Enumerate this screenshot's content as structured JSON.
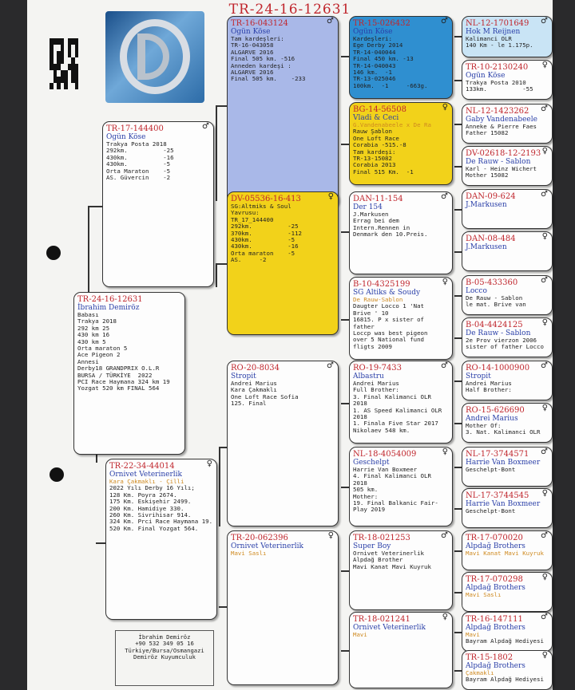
{
  "title": "TR-24-16-12631",
  "owner_box": [
    "İbrahim Demiröz",
    "+90 532 349 05 16",
    "Türkiye/Bursa/Osmangazi",
    "Demiröz Kuyumculuk"
  ],
  "colors": {
    "blue": "#a9b8e8",
    "cyan": "#2f8fd0",
    "yellow": "#f2d21a",
    "light_blue": "#c9e4f5",
    "ring_red": "#c0262d",
    "name_blue": "#2a3fa8",
    "sub_orange": "#cf8a20"
  },
  "cards": [
    {
      "ring": "TR-17-144400",
      "sex": "♂",
      "name": "Ogün Köse",
      "sub": "",
      "lines": [
        "Trakya Posta 2018",
        "292km.          -25",
        "430km.          -16",
        "430km.          -5",
        "Orta Maraton    -5",
        "AS. Güvercin    -2"
      ]
    },
    {
      "ring": "TR-24-16-12631",
      "sex": "",
      "name": "İbrahim Demiröz",
      "sub": "",
      "lines": [
        "Babası",
        "Trakya 2018",
        "292 km 25",
        "430 km 16",
        "430 km 5",
        "Orta maraton 5",
        "Ace Pigeon 2",
        "Annesi",
        "Derby18 GRANDPRIX O.L.R",
        "BURSA / TÜRKİYE  2022",
        "PCI Race Haymana 324 km 19",
        "Yozgat 520 km FINAL 564"
      ]
    },
    {
      "ring": "TR-22-34-44014",
      "sex": "♀",
      "name": "Ornivet Veterinerlik",
      "sub": "Kara Çakmaklı - Çilli",
      "lines": [
        "2022 Yılı Derby 16 Yılı;",
        "128 Km. Poyra 2674.",
        "175 Km. Eskişehir 2499.",
        "200 Km. Hamidiye 330.",
        "260 Km. Sivrihisar 914.",
        "324 Km. Prci Race Haymana 19.",
        "520 Km. Final Yozgat 564."
      ]
    },
    {
      "ring": "TR-16-043124",
      "sex": "♂",
      "name": "Ogün Köse",
      "sub": "",
      "lines": [
        "Tam kardeşleri:",
        "TR-16-043058",
        "ALGARVE 2016",
        "Final 505 km. -516",
        "Anneden kardeşi :",
        "ALGARVE 2016",
        "Final 505 km.    -233"
      ]
    },
    {
      "ring": "DV-05536-16-413",
      "sex": "♀",
      "name": "",
      "sub": "",
      "lines": [
        "SG:Altmiks & Soul",
        "Yavrusu:",
        "TR_17_144400",
        "292km.          -25",
        "370km.          -112",
        "430km.          -5",
        "430km.          -16",
        "Orta maraton    -5",
        "AS.     -2"
      ]
    },
    {
      "ring": "RO-20-8034",
      "sex": "♂",
      "name": "Stropit",
      "sub": "",
      "lines": [
        "Andrei Marius",
        "Kara Çakmaklı",
        "One Loft Race Sofia",
        "125. Final"
      ]
    },
    {
      "ring": "TR-20-062396",
      "sex": "♀",
      "name": "Ornivet Veterinerlik",
      "sub": "Mavi Saslı",
      "lines": []
    },
    {
      "ring": "TR-15-026432",
      "sex": "♂",
      "name": "Ogün Köse",
      "sub": "",
      "lines": [
        "Kardeşleri:",
        "Ege Derby 2014",
        "TR-14-040044",
        "Final 450 km. -13",
        "TR-14-040043",
        "146 km.  -1",
        "TR-13-025046",
        "100km.  -1     -663g."
      ]
    },
    {
      "ring": "BG-14-56508",
      "sex": "♀",
      "name": "Vladi & Ceci",
      "sub": "G.Vandenabeele x De Ra",
      "lines": [
        "Rauw Şablon",
        "One Loft Race",
        "Corabia -515.-8",
        "Tam kardeşi:",
        "TR-13-15082",
        "Corabia 2013",
        "Final 515 Km.  -1"
      ]
    },
    {
      "ring": "DAN-11-154",
      "sex": "♂",
      "name": "Der 154",
      "sub": "",
      "lines": [
        "J.Markusen",
        "Errag bei dem",
        "Intern.Rennen in",
        "Denmark den 10.Preis."
      ]
    },
    {
      "ring": "B-10-4325199",
      "sex": "♀",
      "name": "SG Altiks & Soudy",
      "sub": "De Rauw-Sablon",
      "lines": [
        "Daugter Locco 1 'Nat",
        "Brive ' 10",
        "16815. P x sister of",
        "father",
        "Loccp was best pigeon",
        "over 5 National fund",
        "fligts 2009"
      ]
    },
    {
      "ring": "RO-19-7433",
      "sex": "♂",
      "name": "Albastru",
      "sub": "",
      "lines": [
        "Andrei Marius",
        "Full Brother:",
        "3. Final Kalimanci OLR",
        "2018",
        "1. AS Speed Kalimanci OLR",
        "2018",
        "1. Finala Five Star 2017",
        "Nikolaev 548 km."
      ]
    },
    {
      "ring": "NL-18-4054009",
      "sex": "♀",
      "name": "Geschelpt",
      "sub": "",
      "lines": [
        "Harrie Van Boxmeer",
        "4. Final Kalimanci OLR",
        "2018",
        "505 km.",
        "Mother:",
        "19. Final Balkanic Fair-",
        "Play 2019"
      ]
    },
    {
      "ring": "TR-18-021253",
      "sex": "♂",
      "name": "Super Boy",
      "sub": "",
      "lines": [
        "Ornivet Veterinerlik",
        "Alpdağ Brother",
        "Mavi Kanat Mavi Kuyruk"
      ]
    },
    {
      "ring": "TR-18-021241",
      "sex": "♀",
      "name": "Ornivet Veterinerlik",
      "sub": "Mavi",
      "lines": []
    },
    {
      "ring": "NL-12-1701649",
      "sex": "♂",
      "name": "Hok M Reijnen",
      "sub": "",
      "lines": [
        "Kalimanci OLR",
        "140 Km - le 1.175p."
      ]
    },
    {
      "ring": "TR-10-2130240",
      "sex": "♀",
      "name": "Ogün Köse",
      "sub": "",
      "lines": [
        "Trakya Posta 2010",
        "133km.          -55"
      ]
    },
    {
      "ring": "NL-12-1423262",
      "sex": "♂",
      "name": "Gaby Vandenabeele",
      "sub": "",
      "lines": [
        "Anneke & Pierre Faes",
        "Father 15082"
      ]
    },
    {
      "ring": "DV-02618-12-2193",
      "sex": "♀",
      "name": "De Rauw - Sablon",
      "sub": "",
      "lines": [
        "Karl - Heinz Wichert",
        "Mother 15082"
      ]
    },
    {
      "ring": "DAN-09-624",
      "sex": "♂",
      "name": "J.Markusen",
      "sub": "",
      "lines": []
    },
    {
      "ring": "DAN-08-484",
      "sex": "♀",
      "name": "J.Markusen",
      "sub": "",
      "lines": []
    },
    {
      "ring": "B-05-433360",
      "sex": "♂",
      "name": "Locco",
      "sub": "",
      "lines": [
        "De Rauw - Sablon",
        "le mat. Brive van"
      ]
    },
    {
      "ring": "B-04-4424125",
      "sex": "♀",
      "name": "De Rauw - Sablon",
      "sub": "",
      "lines": [
        "2e Prov vierzon 2006",
        "sister of father Locco"
      ]
    },
    {
      "ring": "RO-14-1000900",
      "sex": "♂",
      "name": "Stropit",
      "sub": "",
      "lines": [
        "Andrei Marius",
        "Half Brother:"
      ]
    },
    {
      "ring": "RO-15-626690",
      "sex": "♀",
      "name": "Andrei Marius",
      "sub": "",
      "lines": [
        "Mother Of:",
        "3. Nat. Kalimanci OLR"
      ]
    },
    {
      "ring": "NL-17-3744571",
      "sex": "♂",
      "name": "Harrie Van Boxmeer",
      "sub": "",
      "lines": [
        "Geschelpt-Bont"
      ]
    },
    {
      "ring": "NL-17-3744545",
      "sex": "♀",
      "name": "Harrie Van Boxmeer",
      "sub": "",
      "lines": [
        "Geschelpt-Bont"
      ]
    },
    {
      "ring": "TR-17-070020",
      "sex": "♂",
      "name": "Alpdağ Brothers",
      "sub": "Mavi Kanat Mavi Kuyruk",
      "lines": []
    },
    {
      "ring": "TR-17-070298",
      "sex": "♀",
      "name": "Alpdağ Brothers",
      "sub": "Mavi Saslı",
      "lines": []
    },
    {
      "ring": "TR-16-147111",
      "sex": "♂",
      "name": "Alpdağ Brothers",
      "sub": "Mavi",
      "lines": [
        "Bayram Alpdağ Hediyesi"
      ]
    },
    {
      "ring": "TR-15-1802",
      "sex": "♀",
      "name": "Alpdağ Brothers",
      "sub": "Çakmaklı",
      "lines": [
        "Bayram Alpdağ Hediyesi"
      ]
    }
  ]
}
